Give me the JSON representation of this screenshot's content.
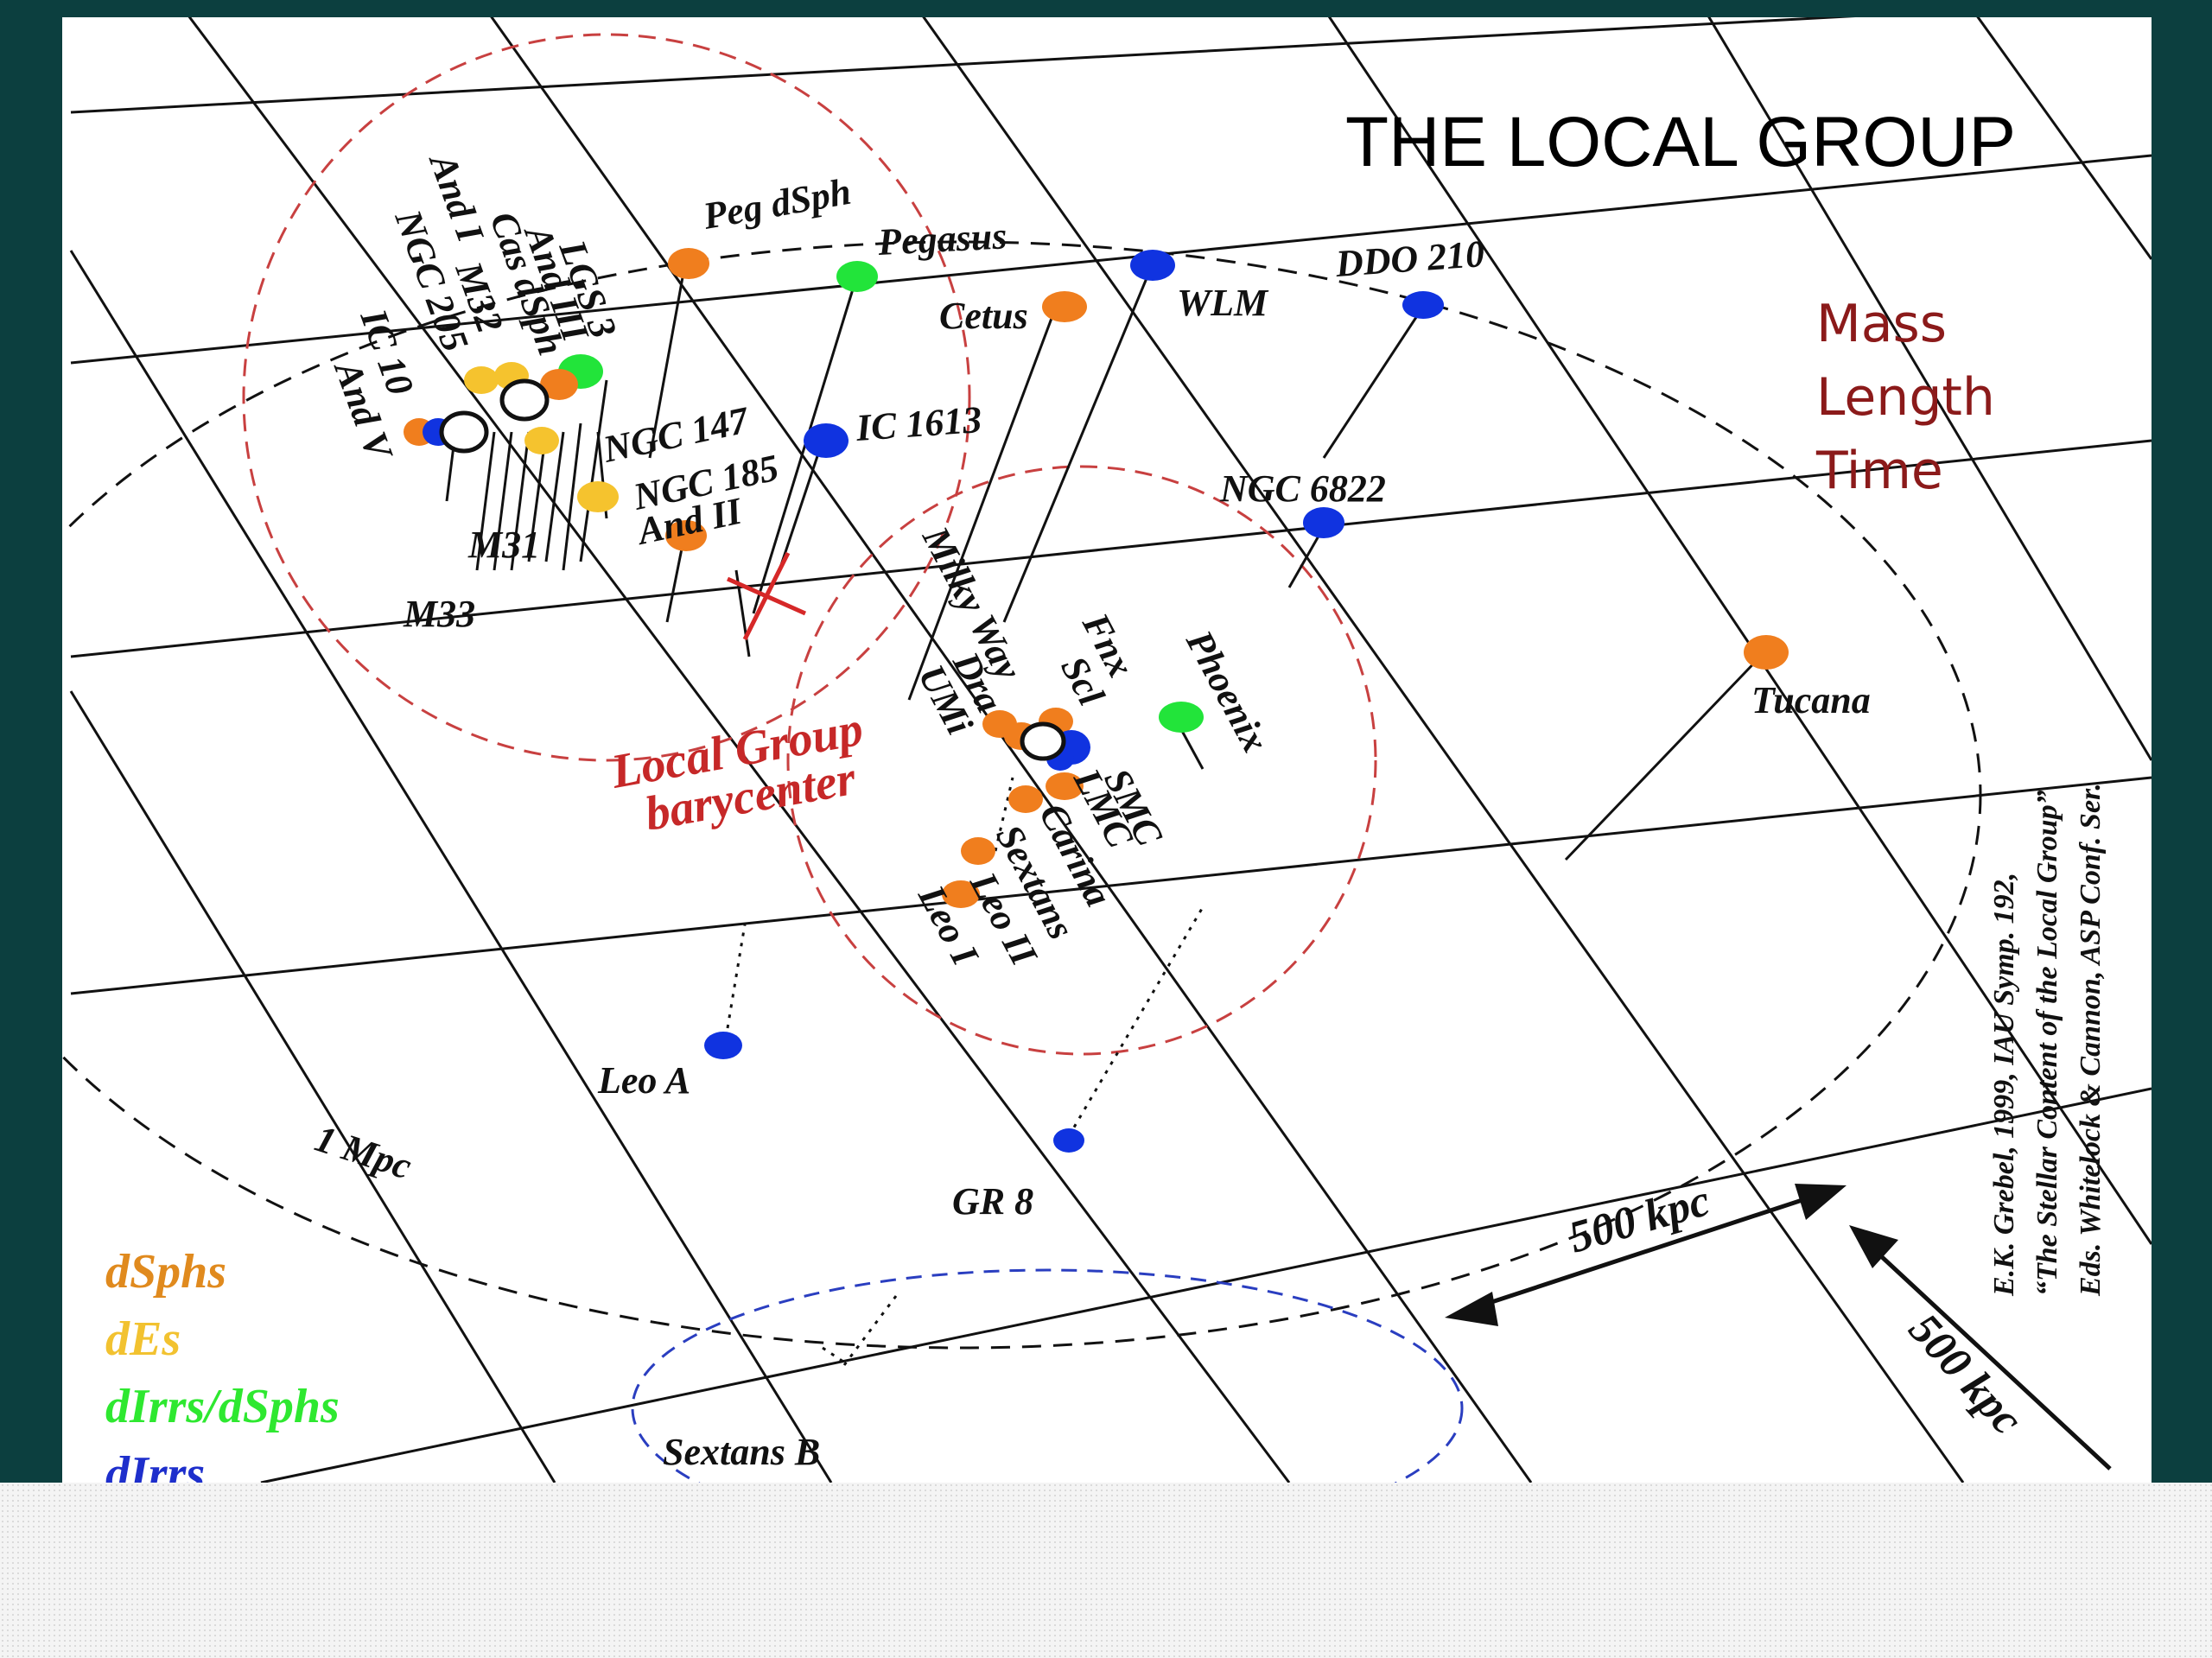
{
  "figure": {
    "title": "THE LOCAL GROUP",
    "quantities": [
      "Mass",
      "Length",
      "Time"
    ],
    "barycenter_label": [
      "Local Group",
      "barycenter"
    ],
    "distance_label": "1 Mpc",
    "scale_labels": [
      "500 kpc",
      "500 kpc"
    ],
    "credit_lines": [
      "E.K. Grebel, 1999, IAU Symp. 192,",
      "“The Stellar Content of the Local Group”",
      "Eds. Whitelock & Cannon, ASP Conf. Ser."
    ]
  },
  "legend": [
    {
      "label": "dSphs",
      "color": "#e08a1e"
    },
    {
      "label": "dEs",
      "color": "#f2c230"
    },
    {
      "label": "dIrrs/dSphs",
      "color": "#2ee830"
    },
    {
      "label": "dIrrs",
      "color": "#1e2fcc"
    }
  ],
  "colors": {
    "dSph": "#f07e1e",
    "dE": "#f5c32e",
    "dIrr_dSph": "#22e43a",
    "dIrr": "#1033e0",
    "spiral": "#ffffff",
    "barycenter": "#d62828"
  },
  "galaxies": {
    "peg_dsph": "Peg dSph",
    "pegasus": "Pegasus",
    "cetus": "Cetus",
    "wlm": "WLM",
    "ddo210": "DDO 210",
    "lgs3": "LGS 3",
    "and3": "And III",
    "cas_dsph": "Cas dSph",
    "m32": "M32",
    "and1": "And I",
    "ngc205": "NGC 205",
    "ic10": "IC 10",
    "and5": "And V",
    "ngc147": "NGC 147",
    "ngc185": "NGC 185",
    "and2": "And II",
    "ic1613": "IC 1613",
    "ngc6822": "NGC 6822",
    "m31": "M31",
    "m33": "M33",
    "milky_way": "Milky Way",
    "fnx": "Fnx",
    "scl": "Scl",
    "phoenix": "Phoenix",
    "dra": "Dra",
    "umi": "UMi",
    "smc": "SMC",
    "lmc": "LMC",
    "carina": "Carina",
    "sextans": "Sextans",
    "leo2": "Leo II",
    "leo1": "Leo I",
    "tucana": "Tucana",
    "leoa": "Leo A",
    "gr8": "GR 8",
    "sextans_b": "Sextans B"
  }
}
